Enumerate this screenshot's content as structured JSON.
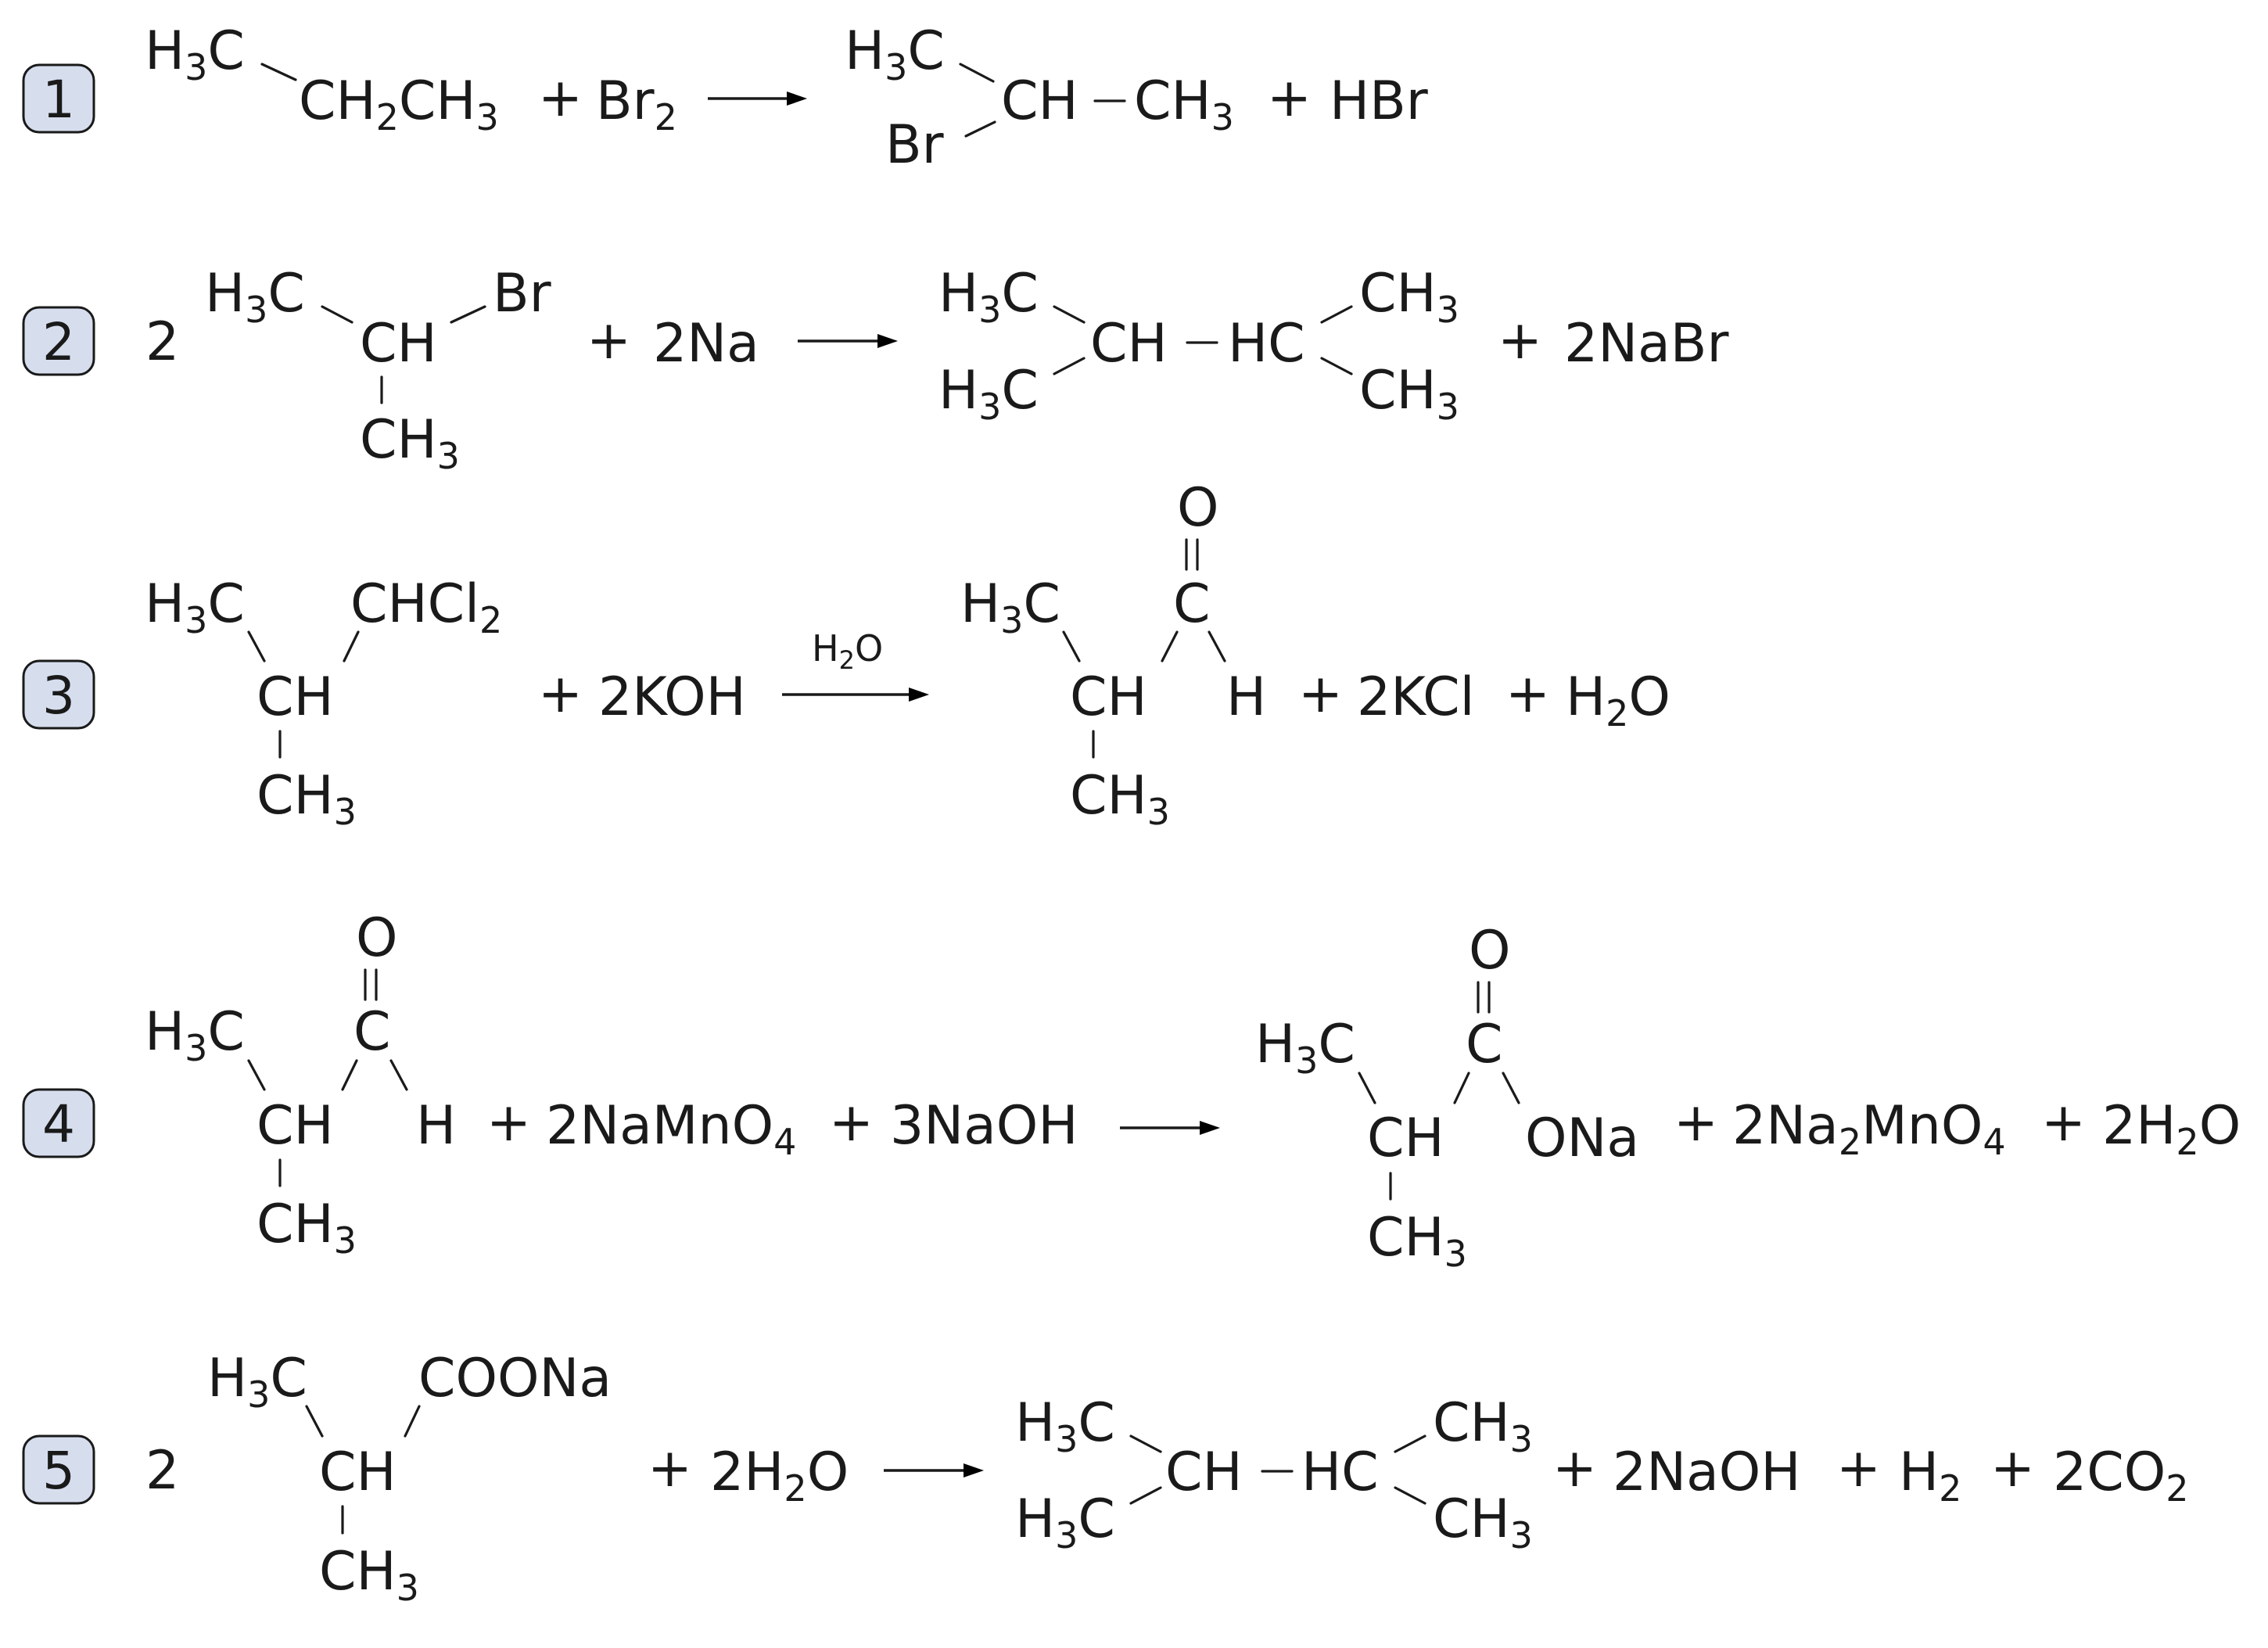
{
  "reactions": [
    {
      "number": "1",
      "left": {
        "fragments": [
          {
            "text": "H",
            "sub": "3",
            "after": "C"
          },
          {
            "text": "CH",
            "sub": "2",
            "after": "CH",
            "sub2": "3"
          }
        ]
      },
      "reagents": [
        {
          "text": "Br",
          "sub": "2"
        }
      ],
      "product_fragments": [
        {
          "text": "H",
          "sub": "3",
          "after": "C"
        },
        {
          "text": "CH"
        },
        {
          "text": "CH",
          "sub": "3"
        },
        {
          "text": "Br"
        }
      ],
      "byproducts": [
        {
          "text": "HBr"
        }
      ]
    },
    {
      "number": "2",
      "coefficient": "2",
      "left_fragments": [
        {
          "text": "H",
          "sub": "3",
          "after": "C"
        },
        {
          "text": "CH"
        },
        {
          "text": "Br"
        },
        {
          "text": "CH",
          "sub": "3"
        }
      ],
      "reagents": [
        {
          "text": "2Na"
        }
      ],
      "product_fragments": [
        {
          "text": "H",
          "sub": "3",
          "after": "C"
        },
        {
          "text": "H",
          "sub": "3",
          "after": "C"
        },
        {
          "text": "CH"
        },
        {
          "text": "HC"
        },
        {
          "text": "CH",
          "sub": "3"
        },
        {
          "text": "CH",
          "sub": "3"
        }
      ],
      "byproducts": [
        {
          "text": "2NaBr"
        }
      ]
    },
    {
      "number": "3",
      "left_fragments": [
        {
          "text": "H",
          "sub": "3",
          "after": "C"
        },
        {
          "text": "CHCl",
          "sub": "2"
        },
        {
          "text": "CH"
        },
        {
          "text": "CH",
          "sub": "3"
        }
      ],
      "reagents": [
        {
          "text": "2KOH"
        }
      ],
      "arrow_label": {
        "text": "H",
        "sub": "2",
        "after": "O"
      },
      "product_fragments": [
        {
          "text": "O"
        },
        {
          "text": "C"
        },
        {
          "text": "H",
          "sub": "3",
          "after": "C"
        },
        {
          "text": "CH"
        },
        {
          "text": "H"
        },
        {
          "text": "CH",
          "sub": "3"
        }
      ],
      "byproducts": [
        {
          "text": "2KCl"
        },
        {
          "text": "H",
          "sub": "2",
          "after": "O"
        }
      ]
    },
    {
      "number": "4",
      "left_fragments": [
        {
          "text": "O"
        },
        {
          "text": "C"
        },
        {
          "text": "H",
          "sub": "3",
          "after": "C"
        },
        {
          "text": "CH"
        },
        {
          "text": "H"
        },
        {
          "text": "CH",
          "sub": "3"
        }
      ],
      "reagents": [
        {
          "text": "2NaMnO",
          "sub": "4"
        },
        {
          "text": "3NaOH"
        }
      ],
      "product_fragments": [
        {
          "text": "O"
        },
        {
          "text": "C"
        },
        {
          "text": "H",
          "sub": "3",
          "after": "C"
        },
        {
          "text": "CH"
        },
        {
          "text": "ONa"
        },
        {
          "text": "CH",
          "sub": "3"
        }
      ],
      "byproducts": [
        {
          "text": "2Na",
          "sub": "2",
          "after": "MnO",
          "sub2": "4"
        },
        {
          "text": "2H",
          "sub": "2",
          "after": "O"
        }
      ]
    },
    {
      "number": "5",
      "coefficient": "2",
      "left_fragments": [
        {
          "text": "H",
          "sub": "3",
          "after": "C"
        },
        {
          "text": "COONa"
        },
        {
          "text": "CH"
        },
        {
          "text": "CH",
          "sub": "3"
        }
      ],
      "reagents": [
        {
          "text": "2H",
          "sub": "2",
          "after": "O"
        }
      ],
      "product_fragments": [
        {
          "text": "H",
          "sub": "3",
          "after": "C"
        },
        {
          "text": "H",
          "sub": "3",
          "after": "C"
        },
        {
          "text": "CH"
        },
        {
          "text": "HC"
        },
        {
          "text": "CH",
          "sub": "3"
        },
        {
          "text": "CH",
          "sub": "3"
        }
      ],
      "byproducts": [
        {
          "text": "2NaOH"
        },
        {
          "text": "H",
          "sub": "2"
        },
        {
          "text": "2CO",
          "sub": "2"
        }
      ]
    }
  ],
  "symbols": {
    "plus": "+",
    "bond_dash": "–"
  }
}
